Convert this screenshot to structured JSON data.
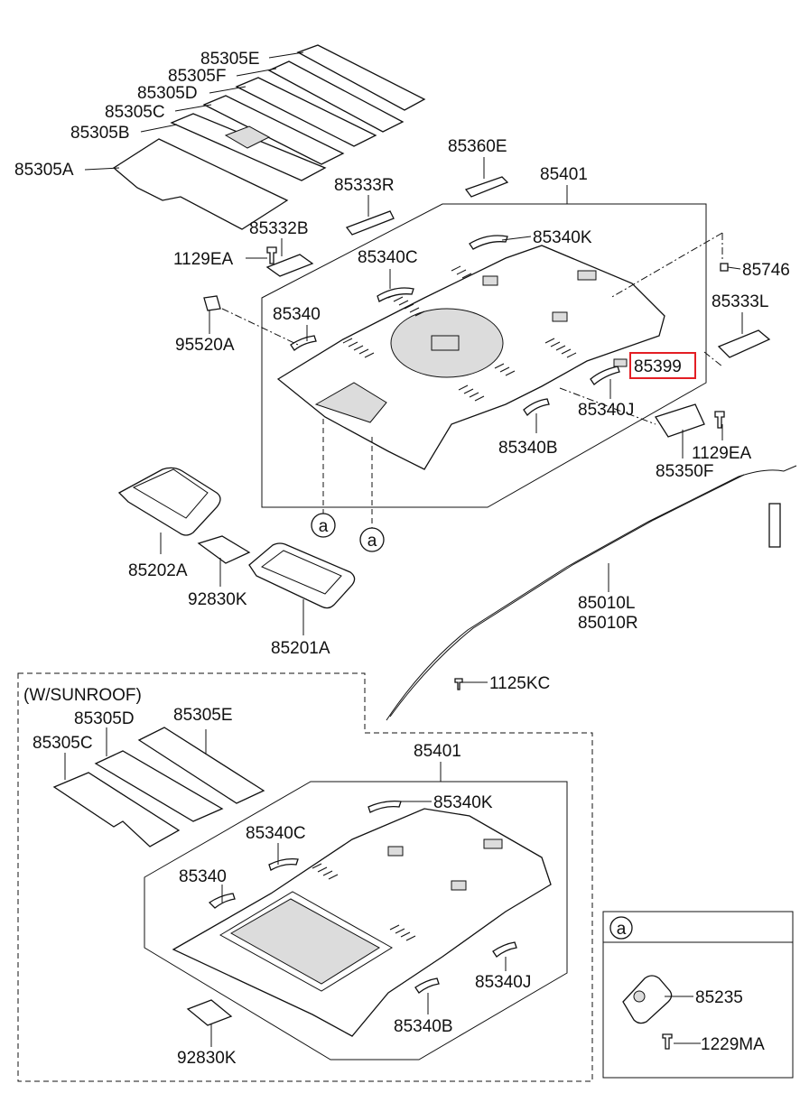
{
  "colors": {
    "highlight": "#e31e24",
    "line": "#111111",
    "shade": "#dcdcdc"
  },
  "highlighted_part": "85399",
  "labels": {
    "p85305E": "85305E",
    "p85305F": "85305F",
    "p85305D": "85305D",
    "p85305C": "85305C",
    "p85305B": "85305B",
    "p85305A": "85305A",
    "p85360E": "85360E",
    "p85401": "85401",
    "p85333R": "85333R",
    "p85332B": "85332B",
    "p1129EA_a": "1129EA",
    "p85340K": "85340K",
    "p85340C": "85340C",
    "p85746": "85746",
    "p85333L": "85333L",
    "p85340": "85340",
    "p95520A": "95520A",
    "p85399": "85399",
    "p85340J": "85340J",
    "p85340B": "85340B",
    "p1129EA_b": "1129EA",
    "p85350F": "85350F",
    "ref_a1": "a",
    "ref_a2": "a",
    "p85202A": "85202A",
    "p92830K": "92830K",
    "p85201A": "85201A",
    "p85010L": "85010L",
    "p85010R": "85010R",
    "p1125KC": "1125KC"
  },
  "sunroof": {
    "title": "(W/SUNROOF)",
    "p85305D": "85305D",
    "p85305E": "85305E",
    "p85305C": "85305C",
    "p85401": "85401",
    "p85340K": "85340K",
    "p85340C": "85340C",
    "p85340": "85340",
    "p85340J": "85340J",
    "p85340B": "85340B",
    "p92830K": "92830K"
  },
  "detail_a": {
    "ref": "a",
    "p85235": "85235",
    "p1229MA": "1229MA"
  }
}
